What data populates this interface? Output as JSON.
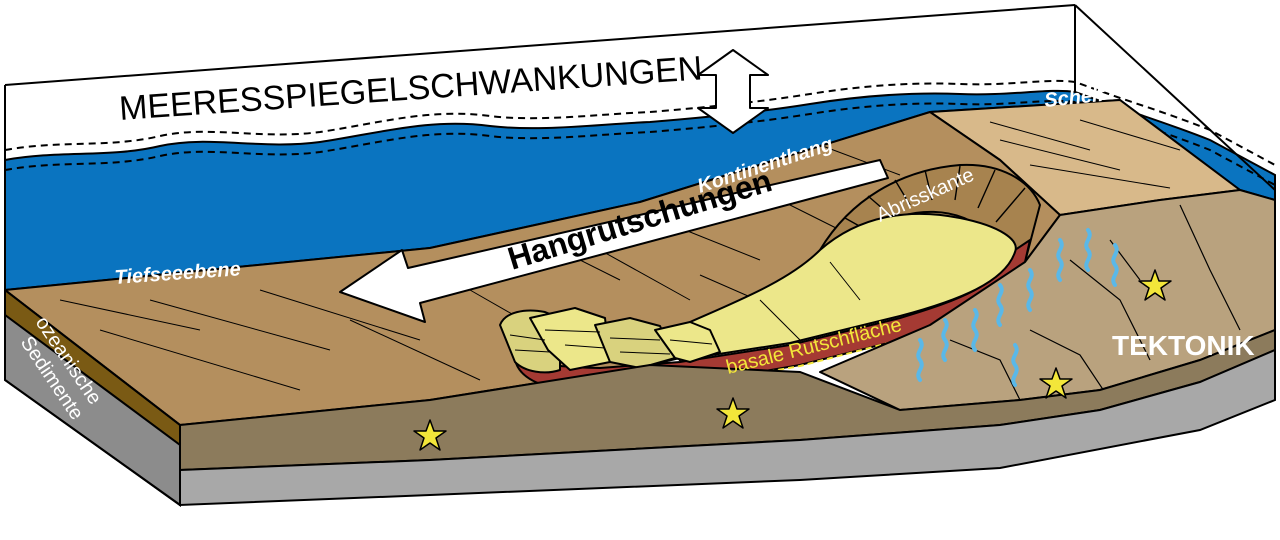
{
  "labels": {
    "title": "MEERESSPIEGELSCHWANKUNGEN",
    "shelf": "Schelf",
    "slope": "Kontinenthang",
    "abyssal_plain": "Tiefseeebene",
    "landslides": "Hangrutschungen",
    "headscarp": "Abrisskante",
    "basal_surface": "basale Rutschfläche",
    "tectonics": "TEKTONIK",
    "sediments_line1": "ozeanische",
    "sediments_line2": "Sedimente"
  },
  "colors": {
    "ocean": "#0a74c0",
    "sediment": "#b48f5e",
    "sediment_dark": "#a7834f",
    "shelf": "#d8b98a",
    "slide_yellow": "#ece78a",
    "slide_block": "#d9d27e",
    "basal_red": "#a53a33",
    "basement": "#a8a8a8",
    "fluid": "#5ab8e8",
    "star": "#f3e63a"
  }
}
